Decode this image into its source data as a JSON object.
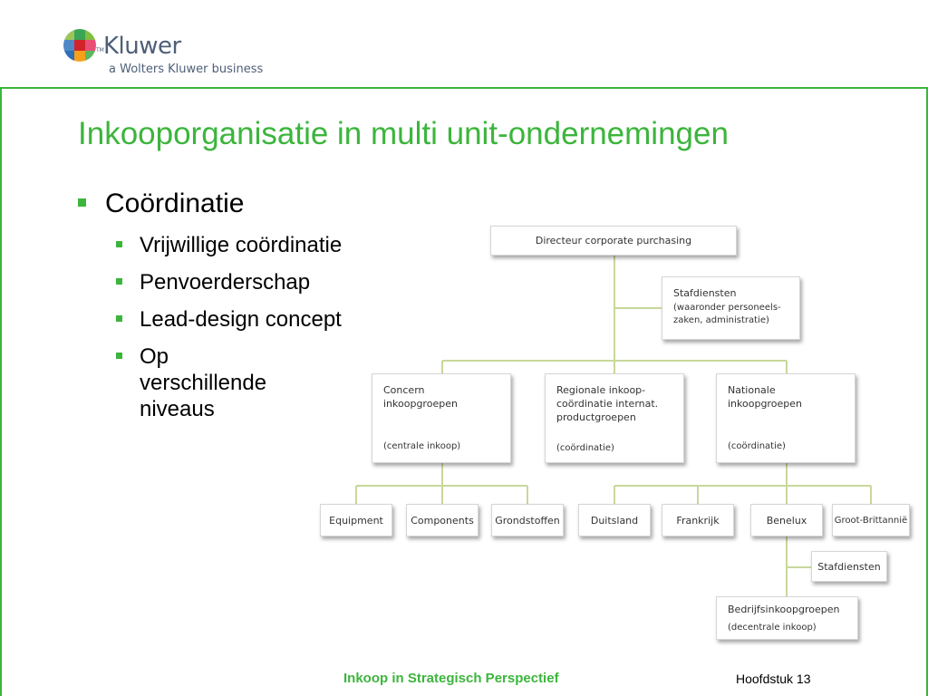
{
  "logo": {
    "tm": "TM",
    "name": "Kluwer",
    "subtitle": "a Wolters Kluwer business",
    "colors": [
      "#3aa655",
      "#7fbf3f",
      "#4e88c7",
      "#d2232a",
      "#f6a01a",
      "#9dc55b",
      "#2e6fb5",
      "#e94e77",
      "#5cb85c"
    ]
  },
  "slide": {
    "title": "Inkooporganisatie in multi unit-ondernemingen",
    "bullets": {
      "level1": "Coördinatie",
      "level2": [
        "Vrijwillige coördinatie",
        "Penvoerderschap",
        "Lead-design concept",
        "Op verschillende\nniveaus"
      ]
    }
  },
  "org_chart": {
    "root": "Directeur corporate purchasing",
    "staff_top": {
      "title": "Stafdiensten",
      "note": "(waaronder personeels-\nzaken, administratie)"
    },
    "groups": [
      {
        "title": "Concern\ninkoopgroepen",
        "note": "(centrale inkoop)"
      },
      {
        "title": "Regionale inkoop-\ncoördinatie internat.\nproductgroepen",
        "note": "(coördinatie)"
      },
      {
        "title": "Nationale\ninkoopgroepen",
        "note": "(coördinatie)"
      }
    ],
    "leaves": [
      "Equipment",
      "Components",
      "Grondstoffen",
      "Duitsland",
      "Frankrijk",
      "Benelux",
      "Groot-Brittannië"
    ],
    "staff_bottom": "Stafdiensten",
    "bottom": {
      "title": "Bedrijfsinkoopgroepen",
      "note": "(decentrale inkoop)"
    },
    "line_color": "#c8d89a"
  },
  "footer": {
    "center": "Inkoop in Strategisch Perspectief",
    "right": "Hoofdstuk 13"
  },
  "colors": {
    "accent": "#3cb53c",
    "logo_text": "#4e5f78"
  }
}
